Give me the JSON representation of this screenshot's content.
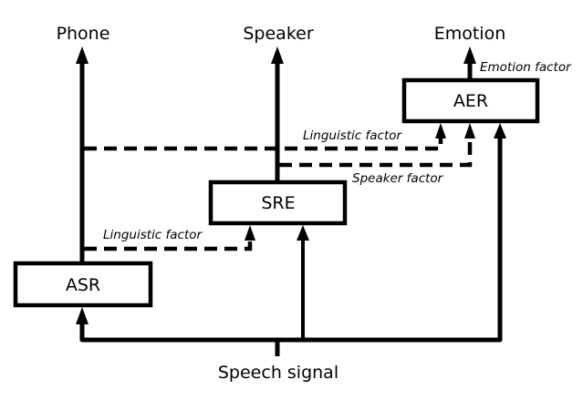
{
  "diagram": {
    "title": "",
    "outputs": {
      "phone": "Phone",
      "speaker": "Speaker",
      "emotion": "Emotion"
    },
    "input": "Speech signal",
    "nodes": [
      {
        "id": "asr",
        "label": "ASR"
      },
      {
        "id": "sre",
        "label": "SRE"
      },
      {
        "id": "aer",
        "label": "AER"
      }
    ],
    "edges": [
      {
        "from": "speech-signal",
        "to": "asr",
        "style": "solid"
      },
      {
        "from": "speech-signal",
        "to": "sre",
        "style": "solid"
      },
      {
        "from": "speech-signal",
        "to": "aer",
        "style": "solid"
      },
      {
        "from": "asr",
        "to": "phone",
        "style": "solid"
      },
      {
        "from": "sre",
        "to": "speaker",
        "style": "solid"
      },
      {
        "from": "aer",
        "to": "emotion",
        "style": "solid",
        "label": "Emotion factor"
      },
      {
        "from": "asr",
        "to": "sre",
        "style": "dashed",
        "label": "Linguistic factor"
      },
      {
        "from": "asr",
        "to": "aer",
        "style": "dashed",
        "label": "Linguistic factor"
      },
      {
        "from": "sre",
        "to": "aer",
        "style": "dashed",
        "label": "Speaker factor"
      }
    ],
    "factor_labels": {
      "emotion": "Emotion factor",
      "linguistic_to_aer": "Linguistic factor",
      "speaker_to_aer": "Speaker factor",
      "linguistic_to_sre": "Linguistic factor"
    }
  }
}
